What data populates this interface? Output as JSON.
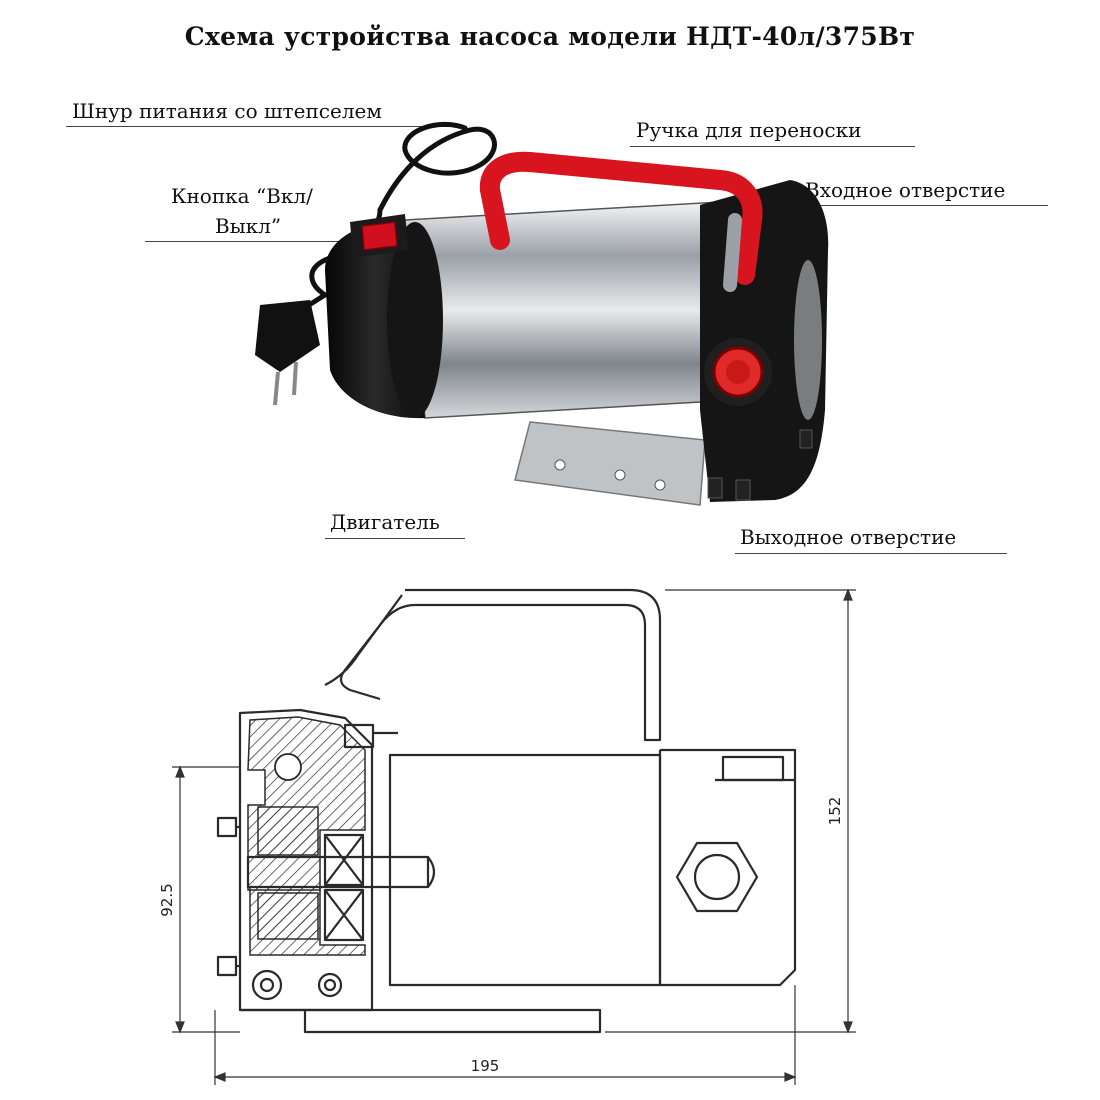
{
  "title": "Схема устройства насоса модели НДТ-40л/375Вт",
  "callouts": {
    "power_cord": "Шнур питания со штепселем",
    "handle": "Ручка для переноски",
    "switch_line1": "Кнопка “Вкл/",
    "switch_line2": "Выкл”",
    "inlet": "Входное отверстие",
    "motor": "Двигатель",
    "outlet": "Выходное отверстие"
  },
  "dimensions": {
    "height": "152",
    "axis_height": "92.5",
    "length": "195"
  },
  "colors": {
    "handle": "#d8141e",
    "housing": "#1a1a1a",
    "body": "#c8ccd0",
    "switch": "#d01020",
    "outlet_port": "#e02a2a",
    "drawing_ink": "#2a2a2a"
  }
}
